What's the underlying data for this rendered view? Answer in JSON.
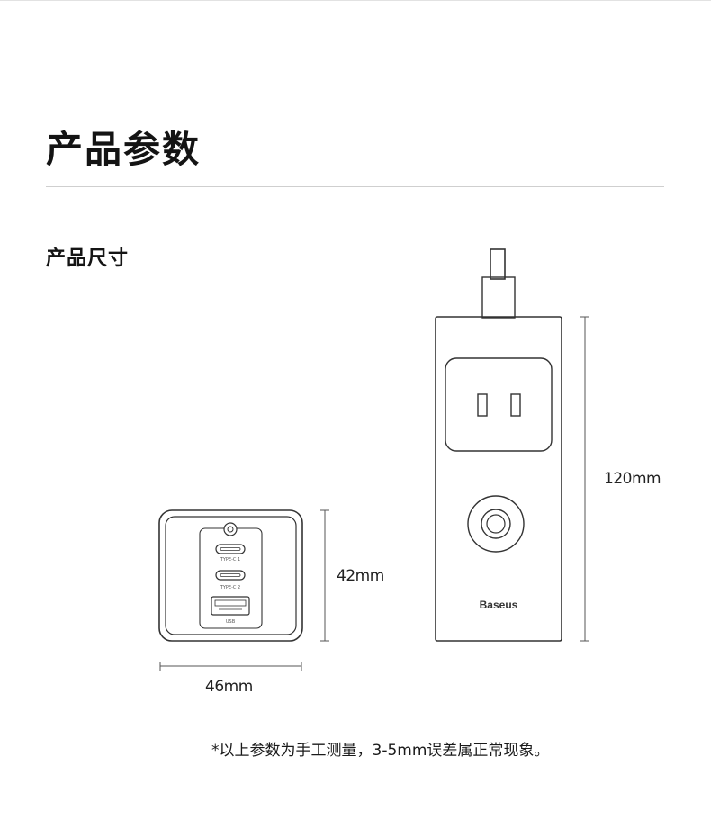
{
  "header": {
    "title": "产品参数"
  },
  "section": {
    "title": "产品尺寸"
  },
  "front_view": {
    "ports": [
      {
        "label": "TYPE-C 1"
      },
      {
        "label": "TYPE-C 2"
      },
      {
        "label": "USB"
      }
    ],
    "width_label": "46mm",
    "height_label": "42mm"
  },
  "side_view": {
    "brand": "Baseus",
    "height_label": "120mm"
  },
  "footnote": "*以上参数为手工测量，3-5mm误差属正常现象。",
  "colors": {
    "line": "#333333",
    "rule": "#cfcfcf",
    "background": "#ffffff"
  }
}
